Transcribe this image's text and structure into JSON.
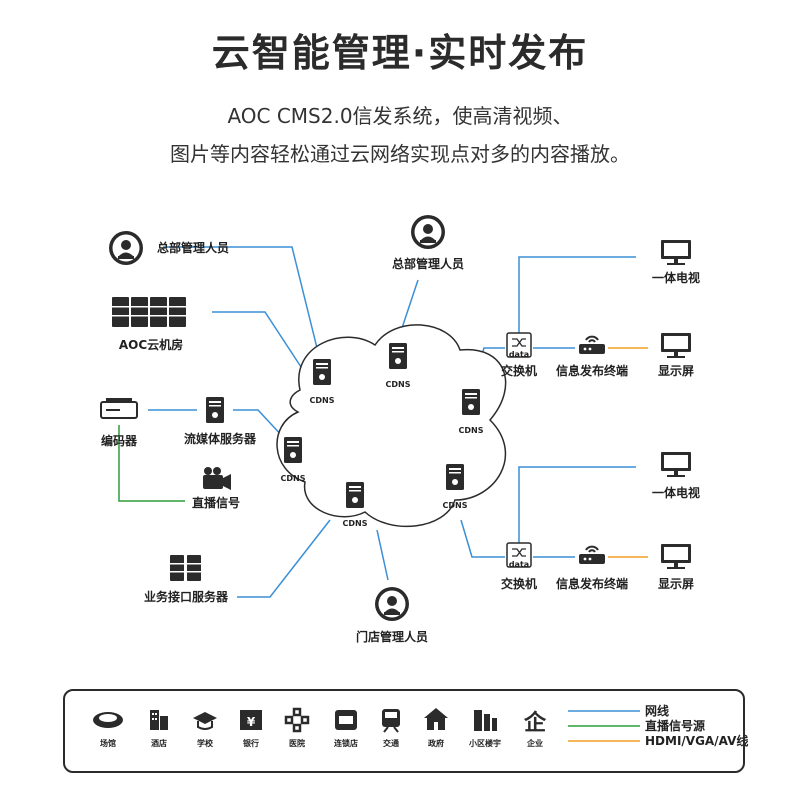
{
  "header": {
    "title": "云智能管理·实时发布",
    "desc_line1": "AOC CMS2.0信发系统，使高清视频、",
    "desc_line2": "图片等内容轻松通过云网络实现点对多的内容播放。"
  },
  "nodes": {
    "hq_admin_left": "总部管理人员",
    "hq_admin_top": "总部管理人员",
    "aoc_cloud_room": "AOC云机房",
    "encoder": "编码器",
    "streaming_server": "流媒体服务器",
    "live_signal": "直播信号",
    "business_server": "业务接口服务器",
    "store_admin": "门店管理人员",
    "switch_top": "交换机",
    "switch_bottom": "交换机",
    "terminal_top": "信息发布终端",
    "terminal_bottom": "信息发布终端",
    "tv_top": "一体电视",
    "tv_bottom": "一体电视",
    "display_top": "显示屏",
    "display_bottom": "显示屏",
    "cdns": "CDNS",
    "switch_icon_text": "data"
  },
  "legend": {
    "items": [
      "场馆",
      "酒店",
      "学校",
      "银行",
      "医院",
      "连锁店",
      "交通",
      "政府",
      "小区楼宇",
      "企业"
    ],
    "lines": [
      {
        "label": "网线",
        "color": "#3a8fd6"
      },
      {
        "label": "直播信号源",
        "color": "#2e9e3a"
      },
      {
        "label": "HDMI/VGA/AV线",
        "color": "#f0a020"
      }
    ]
  },
  "colors": {
    "net": "#3a8fd6",
    "live": "#2e9e3a",
    "hdmi": "#f0a020",
    "icon": "#2b2b2b"
  }
}
